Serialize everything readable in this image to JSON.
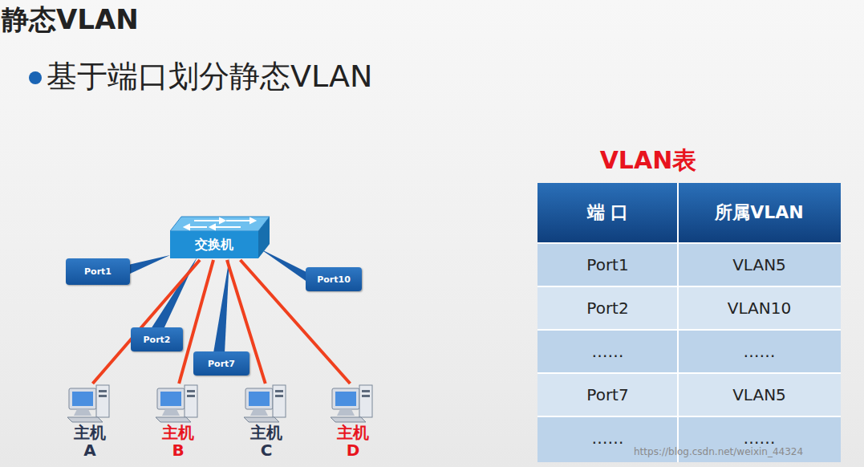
{
  "diagram": {
    "title": "静态VLAN",
    "nodes": [
      {
        "text": [
          "交换机"
        ]
      },
      {
        "text": [
          "主机 A"
        ]
      },
      {
        "text": [
          "主机 B"
        ]
      },
      {
        "text": [
          "主机 C"
        ]
      },
      {
        "text": [
          "主机 D"
        ]
      }
    ],
    "edges": [
      {
        "from": 0,
        "to": 1,
        "arrow": "none"
      },
      {
        "from": 0,
        "to": 2,
        "arrow": "none"
      },
      {
        "from": 0,
        "to": 3,
        "arrow": "none"
      },
      {
        "from": 0,
        "to": 4,
        "arrow": "none"
      }
    ],
    "labels": [
      "基于端口划分静态VLAN",
      "Port1",
      "Port2",
      "Port7",
      "Port10",
      "VLAN表",
      "端 口",
      "所属VLAN",
      "Port1",
      "VLAN5",
      "Port2",
      "VLAN10",
      "……",
      "……",
      "Port7",
      "VLAN5",
      "……",
      "……",
      "https://blog.csdn.net/weixin_44324"
    ]
  }
}
